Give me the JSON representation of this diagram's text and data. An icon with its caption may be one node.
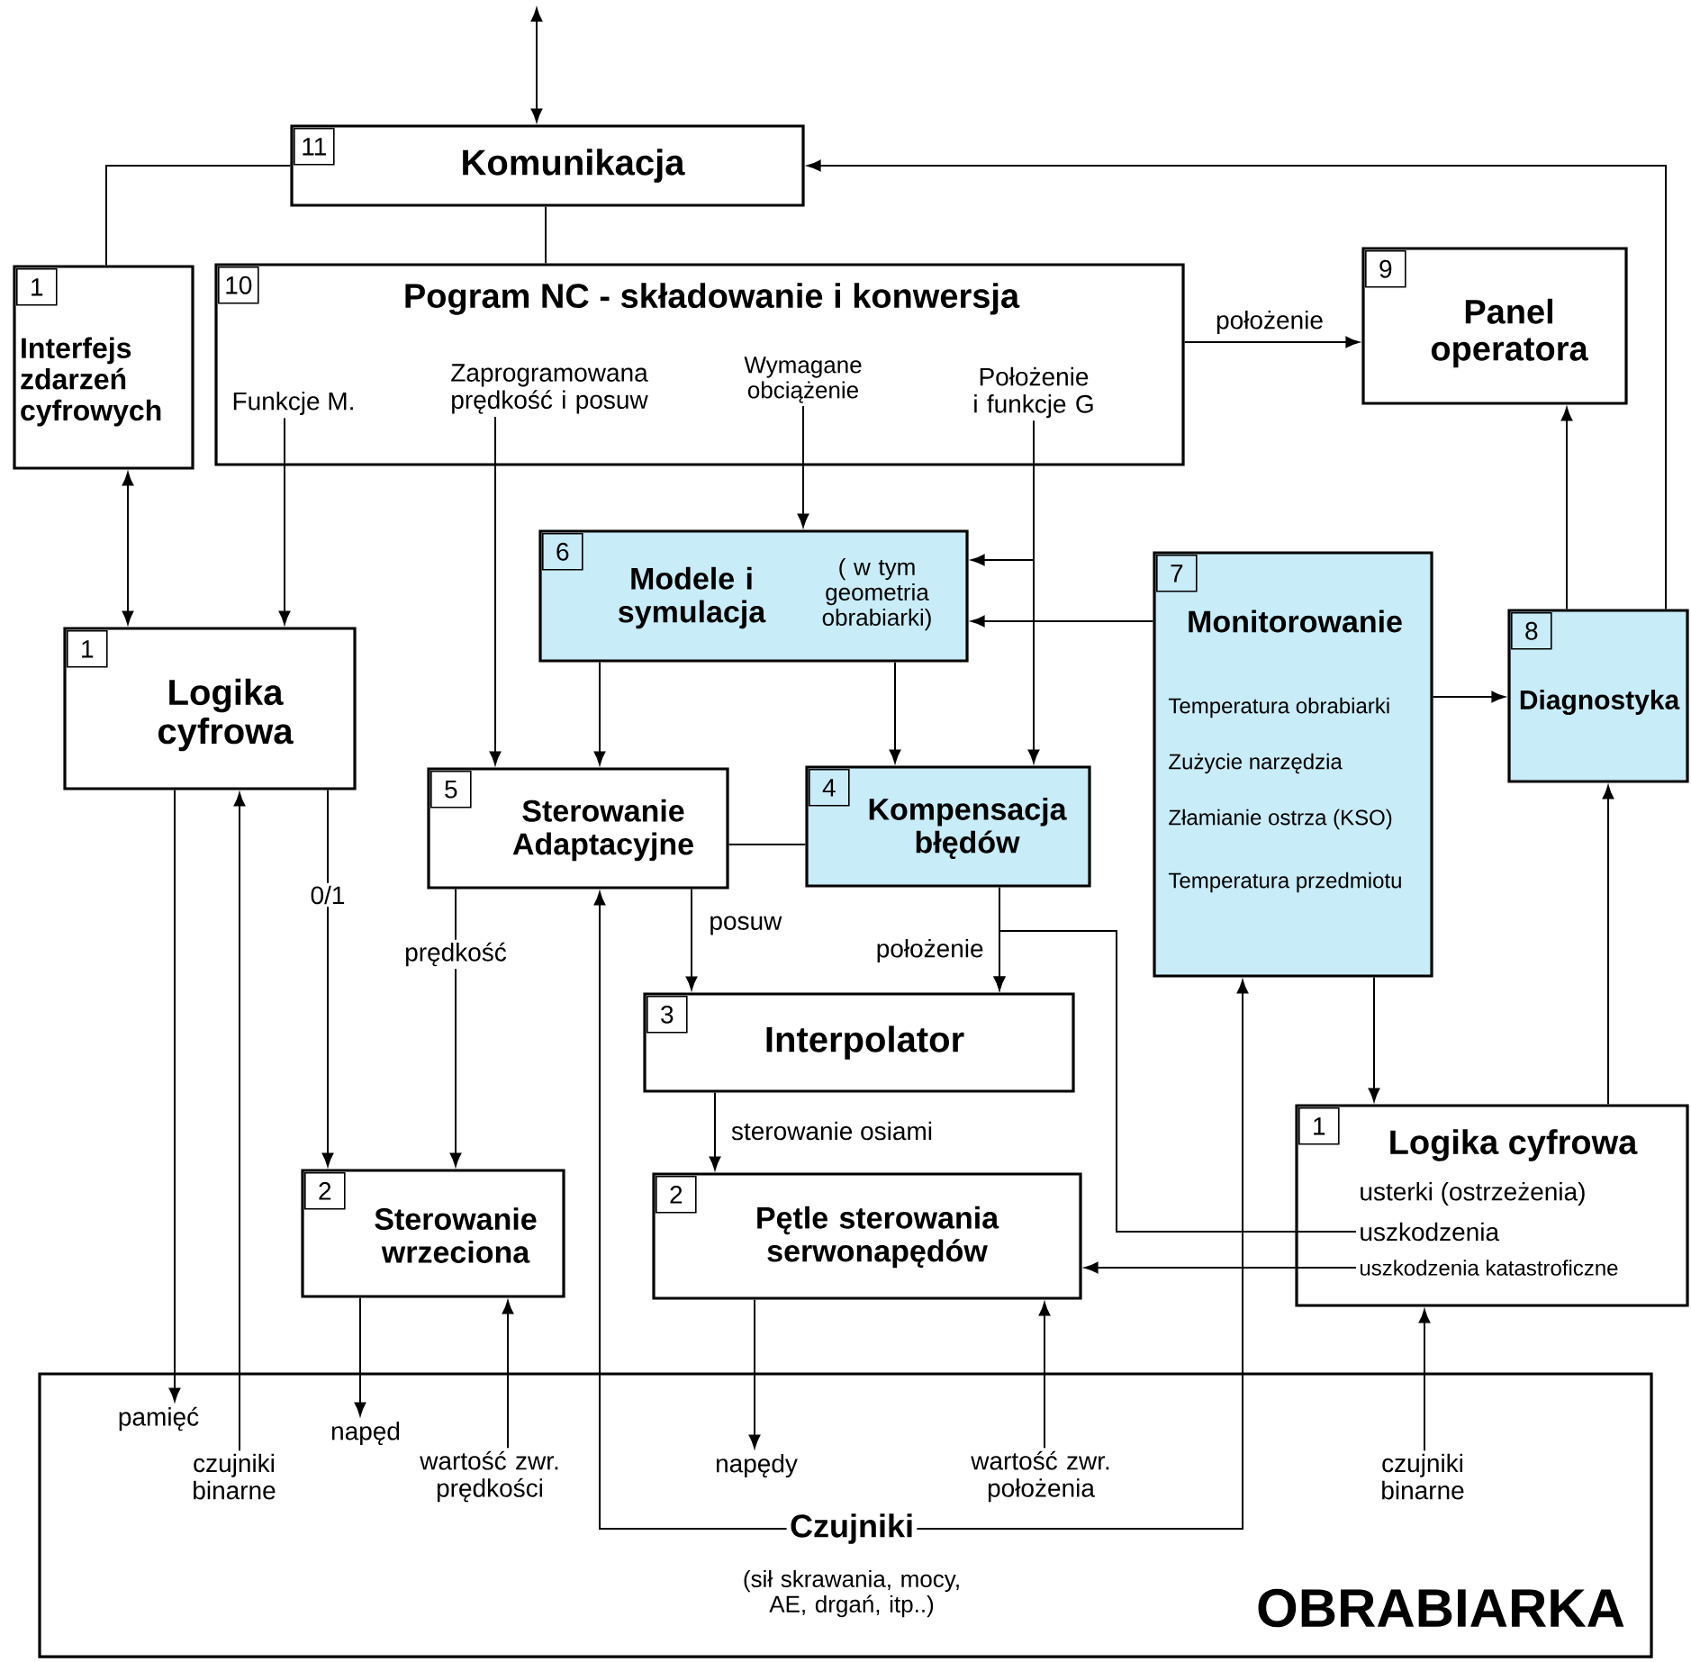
{
  "diagram": {
    "nodes": [
      {
        "text": [
          "11",
          "Komunikacja"
        ]
      },
      {
        "text": [
          "1",
          "Interfejs zdarzeń cyfrowych"
        ]
      },
      {
        "text": [
          "10",
          "Pogram NC - składowanie i konwersja"
        ]
      },
      {
        "text": [
          "Funkcje M."
        ],
        "in": 2
      },
      {
        "text": [
          "Zaprogramowana prędkość i posuw"
        ],
        "in": 2
      },
      {
        "text": [
          "Wymagane obciążenie"
        ],
        "in": 2
      },
      {
        "text": [
          "Położenie i funkcje G"
        ],
        "in": 2
      },
      {
        "text": [
          "9",
          "Panel operatora"
        ]
      },
      {
        "text": [
          "6",
          "Modele i symulacja",
          "( w tym geometria obrabiarki)"
        ]
      },
      {
        "text": [
          "1",
          "Logika cyfrowa"
        ]
      },
      {
        "text": [
          "7",
          "Monitorowanie",
          "Temperatura obrabiarki",
          "Zużycie narzędzia",
          "Złamianie ostrza (KSO)",
          "Temperatura przedmiotu"
        ]
      },
      {
        "text": [
          "8",
          "Diagnostyka"
        ]
      },
      {
        "text": [
          "5",
          "Sterowanie Adaptacyjne"
        ]
      },
      {
        "text": [
          "4",
          "Kompensacja błędów"
        ]
      },
      {
        "text": [
          "3",
          "Interpolator"
        ]
      },
      {
        "text": [
          "1",
          "Logika cyfrowa",
          "usterki (ostrzeżenia)"
        ]
      },
      {
        "text": [
          "uszkodzenia"
        ],
        "in": 15
      },
      {
        "text": [
          "uszkodzenia katastroficzne"
        ],
        "in": 15
      },
      {
        "text": [
          "2",
          "Sterowanie wrzeciona"
        ]
      },
      {
        "text": [
          "2",
          "Pętle sterowania serwonapędów"
        ]
      },
      {
        "text": [
          "OBRABIARKA"
        ]
      },
      {
        "text": [
          "pamięć"
        ],
        "in": 20
      },
      {
        "text": [
          "czujniki binarne"
        ],
        "in": 20
      },
      {
        "text": [
          "napęd"
        ],
        "in": 20
      },
      {
        "text": [
          "wartość zwr. prędkości"
        ],
        "in": 20
      },
      {
        "text": [
          "napędy"
        ],
        "in": 20
      },
      {
        "text": [
          "wartość zwr. położenia"
        ],
        "in": 20
      },
      {
        "text": [
          "Czujniki",
          "(sił skrawania, mocy, AE, drgań, itp..)"
        ],
        "in": 20
      },
      {
        "text": [
          "czujniki binarne"
        ],
        "in": 20
      }
    ],
    "edges": [
      {
        "from": null,
        "to": 0,
        "arrow": "both"
      },
      {
        "from": 0,
        "to": 1,
        "arrow": "none"
      },
      {
        "from": 0,
        "to": 2,
        "arrow": "none"
      },
      {
        "from": 11,
        "to": 0,
        "arrow": "to"
      },
      {
        "from": 2,
        "to": 7,
        "arrow": "to",
        "label": "położenie"
      },
      {
        "from": 11,
        "to": 7,
        "arrow": "to"
      },
      {
        "from": 1,
        "to": 9,
        "arrow": "both"
      },
      {
        "from": 3,
        "to": 9,
        "arrow": "to"
      },
      {
        "from": 4,
        "to": 12,
        "arrow": "to"
      },
      {
        "from": 5,
        "to": 8,
        "arrow": "to"
      },
      {
        "from": 6,
        "to": 8,
        "arrow": "to"
      },
      {
        "from": 6,
        "to": 13,
        "arrow": "to"
      },
      {
        "from": 10,
        "to": 8,
        "arrow": "to"
      },
      {
        "from": 8,
        "to": 12,
        "arrow": "to"
      },
      {
        "from": 8,
        "to": 13,
        "arrow": "to"
      },
      {
        "from": 10,
        "to": 11,
        "arrow": "to"
      },
      {
        "from": 12,
        "to": 13,
        "arrow": "none"
      },
      {
        "from": 9,
        "to": 21,
        "arrow": "to"
      },
      {
        "from": 22,
        "to": 9,
        "arrow": "to"
      },
      {
        "from": 9,
        "to": 18,
        "arrow": "to",
        "label": "0/1"
      },
      {
        "from": 12,
        "to": 18,
        "arrow": "to",
        "label": "prędkość"
      },
      {
        "from": 27,
        "to": 12,
        "arrow": "to"
      },
      {
        "from": 12,
        "to": 14,
        "arrow": "to",
        "label": "posuw"
      },
      {
        "from": 13,
        "to": 14,
        "arrow": "to",
        "label": "położenie"
      },
      {
        "from": 16,
        "to": 14,
        "arrow": "to"
      },
      {
        "from": 17,
        "to": 19,
        "arrow": "to"
      },
      {
        "from": 10,
        "to": 15,
        "arrow": "to"
      },
      {
        "from": 15,
        "to": 11,
        "arrow": "to"
      },
      {
        "from": 28,
        "to": 15,
        "arrow": "to"
      },
      {
        "from": 14,
        "to": 19,
        "arrow": "to",
        "label": "sterowanie osiami"
      },
      {
        "from": 26,
        "to": 19,
        "arrow": "to"
      },
      {
        "from": 19,
        "to": 25,
        "arrow": "to"
      },
      {
        "from": 18,
        "to": 23,
        "arrow": "to"
      },
      {
        "from": 24,
        "to": 18,
        "arrow": "to"
      },
      {
        "from": 27,
        "to": 10,
        "arrow": "to"
      }
    ]
  }
}
